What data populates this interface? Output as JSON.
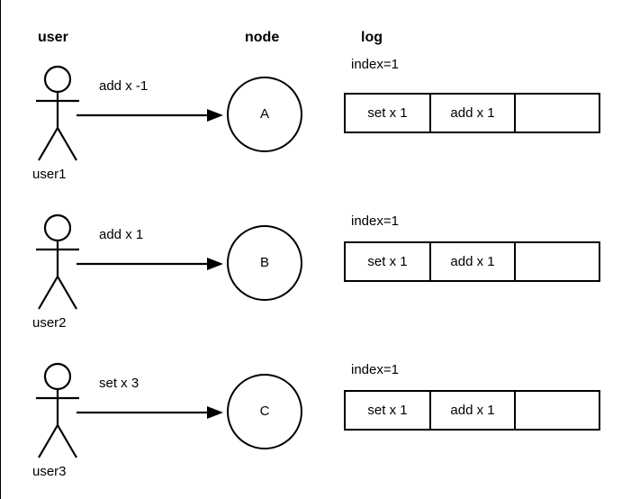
{
  "diagram": {
    "title_columns": [
      {
        "id": "user",
        "label": "user"
      },
      {
        "id": "node",
        "label": "node"
      },
      {
        "id": "log",
        "label": "log"
      }
    ],
    "stroke_color": "#000000",
    "background_color": "#ffffff",
    "rows": [
      {
        "actor_label": "user1",
        "message_label": "add x -1",
        "node_label": "A",
        "index_label": "index=1",
        "log_cells": [
          "set x 1",
          "add x 1",
          ""
        ]
      },
      {
        "actor_label": "user2",
        "message_label": "add x 1",
        "node_label": "B",
        "index_label": "index=1",
        "log_cells": [
          "set x 1",
          "add x 1",
          ""
        ]
      },
      {
        "actor_label": "user3",
        "message_label": "set x 3",
        "node_label": "C",
        "index_label": "index=1",
        "log_cells": [
          "set x 1",
          "add x 1",
          ""
        ]
      }
    ],
    "icons": {
      "actor": "stick-figure-icon",
      "node": "circle-node-icon",
      "arrow": "arrow-right-icon"
    }
  }
}
